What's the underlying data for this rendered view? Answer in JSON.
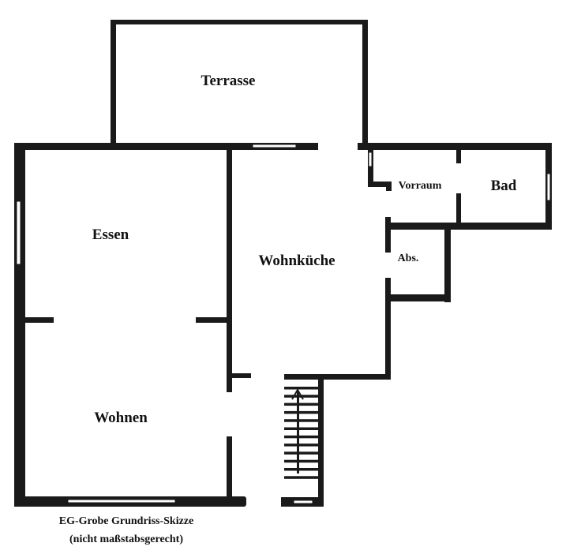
{
  "rooms": {
    "terrasse": "Terrasse",
    "essen": "Essen",
    "wohnkueche": "Wohnküche",
    "vorraum": "Vorraum",
    "bad": "Bad",
    "abs": "Abs.",
    "wohnen": "Wohnen"
  },
  "caption": {
    "line1": "EG-Grobe Grundriss-Skizze",
    "line2": "(nicht maßstabsgerecht)"
  },
  "colors": {
    "wall": "#1a1a1a",
    "background": "#ffffff"
  }
}
